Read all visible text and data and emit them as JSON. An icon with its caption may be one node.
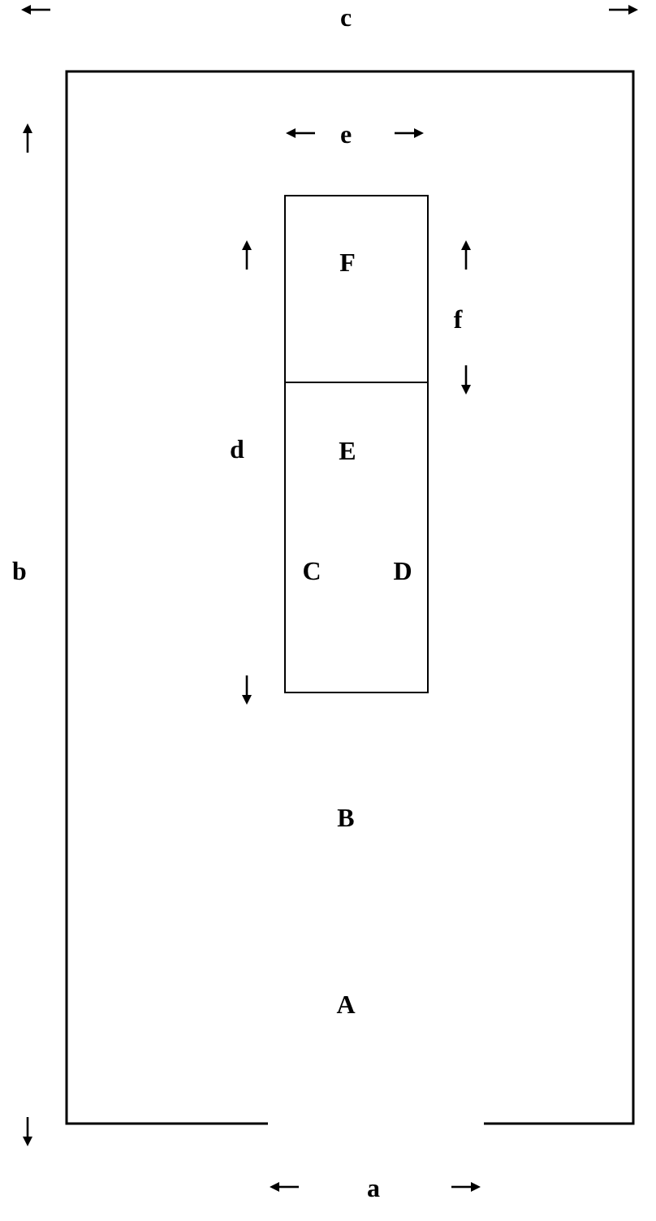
{
  "diagram": {
    "nodes": [
      {
        "text": [
          "B",
          "A"
        ]
      },
      {
        "text": [
          "F"
        ],
        "in": 0
      },
      {
        "text": [
          "E",
          "C",
          "D"
        ],
        "in": 0
      }
    ],
    "labels": [
      "c",
      "e",
      "f",
      "d",
      "b",
      "a"
    ]
  }
}
